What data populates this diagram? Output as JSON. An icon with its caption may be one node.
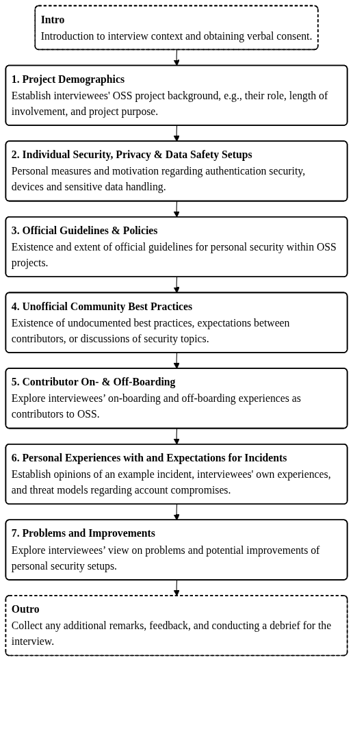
{
  "diagram": {
    "nodes": [
      {
        "text": [
          "Intro",
          "Introduction to interview context and obtaining verbal consent."
        ]
      },
      {
        "text": [
          "1. Project Demographics",
          "Establish interviewees' OSS project background, e.g., their role, length of involvement, and project purpose."
        ]
      },
      {
        "text": [
          "2. Individual Security, Privacy & Data Safety Setups",
          "Personal measures and motivation regarding authentication security, devices and sensitive data handling."
        ]
      },
      {
        "text": [
          "3. Official Guidelines & Policies",
          "Existence and extent of official guidelines for personal security within OSS projects."
        ]
      },
      {
        "text": [
          "4. Unofficial Community Best Practices",
          "Existence of undocumented best practices, expectations between contributors, or discussions of security topics."
        ]
      },
      {
        "text": [
          "5. Contributor On- & Off-Boarding",
          "Explore interviewees’ on-boarding and off-boarding experiences as contributors to OSS."
        ]
      },
      {
        "text": [
          "6. Personal Experiences with and Expectations for Incidents",
          "Establish opinions of an example incident, interviewees' own experiences, and threat models regarding account compromises."
        ]
      },
      {
        "text": [
          "7. Problems and Improvements",
          "Explore interviewees’ view on problems and potential improvements of personal security setups."
        ]
      },
      {
        "text": [
          "Outro",
          "Collect any additional remarks, feedback, and conducting a debrief for the interview."
        ]
      }
    ],
    "edges": [
      {
        "from": 0,
        "to": 1,
        "arrow": "to"
      },
      {
        "from": 1,
        "to": 2,
        "arrow": "to"
      },
      {
        "from": 2,
        "to": 3,
        "arrow": "to"
      },
      {
        "from": 3,
        "to": 4,
        "arrow": "to"
      },
      {
        "from": 4,
        "to": 5,
        "arrow": "to"
      },
      {
        "from": 5,
        "to": 6,
        "arrow": "to"
      },
      {
        "from": 6,
        "to": 7,
        "arrow": "to"
      },
      {
        "from": 7,
        "to": 8,
        "arrow": "to"
      }
    ]
  }
}
